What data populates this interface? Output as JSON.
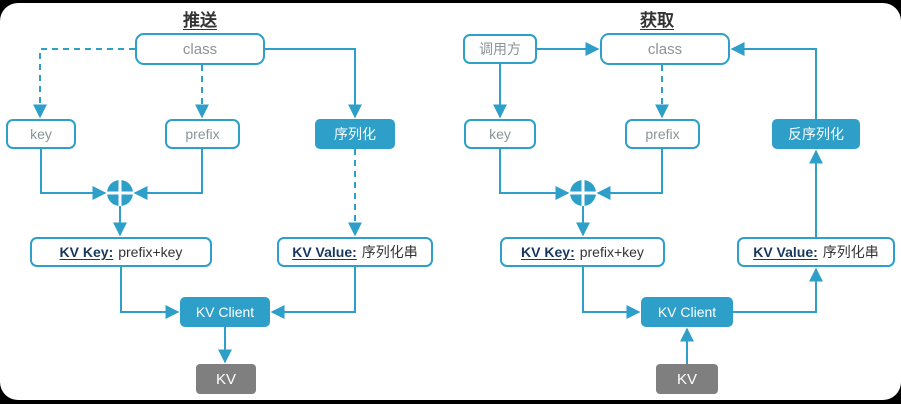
{
  "colors": {
    "teal": "#2E9FC9",
    "grayBox": "#7F7F7F",
    "labelGray": "#8A9397",
    "navy": "#17375E",
    "dark": "#333333"
  },
  "push": {
    "title": "推送",
    "class": "class",
    "key": "key",
    "prefix": "prefix",
    "serialize": "序列化",
    "kv_key_label": "KV Key:",
    "kv_key_value": "prefix+key",
    "kv_value_label": "KV Value:",
    "kv_value_value": "序列化串",
    "kv_client": "KV Client",
    "kv": "KV"
  },
  "get": {
    "title": "获取",
    "caller": "调用方",
    "class": "class",
    "key": "key",
    "prefix": "prefix",
    "deserialize": "反序列化",
    "kv_key_label": "KV Key:",
    "kv_key_value": "prefix+key",
    "kv_value_label": "KV Value:",
    "kv_value_value": "序列化串",
    "kv_client": "KV Client",
    "kv": "KV"
  }
}
